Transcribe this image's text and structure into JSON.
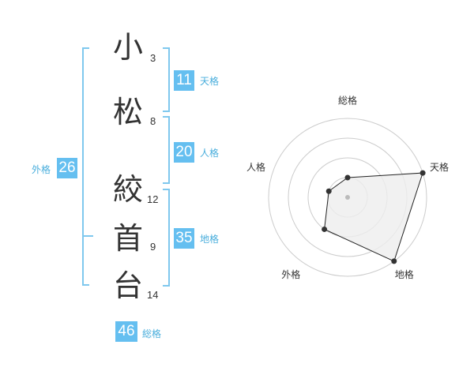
{
  "name": {
    "chars": [
      {
        "char": "小",
        "strokes": "3"
      },
      {
        "char": "松",
        "strokes": "8"
      },
      {
        "char": "絞",
        "strokes": "12"
      },
      {
        "char": "首",
        "strokes": "9"
      },
      {
        "char": "台",
        "strokes": "14"
      }
    ]
  },
  "fortune": {
    "tenkaku": {
      "value": "11",
      "label": "天格"
    },
    "jinkaku": {
      "value": "20",
      "label": "人格"
    },
    "chikaku": {
      "value": "35",
      "label": "地格"
    },
    "gaikaku": {
      "value": "26",
      "label": "外格"
    },
    "soukaku": {
      "value": "46",
      "label": "総格"
    }
  },
  "chart_data": {
    "type": "radar",
    "axes": [
      "総格",
      "天格",
      "地格",
      "外格",
      "人格"
    ],
    "values": [
      1,
      4,
      4,
      2,
      1
    ],
    "max": 4,
    "rings": 4,
    "colors": {
      "fill": "#eeeeee",
      "line": "#222222",
      "ring": "#cccccc",
      "point": "#333333",
      "center": "#bbbbbb"
    }
  },
  "colors": {
    "accent": "#65bff0",
    "bracket": "#7fc8ee",
    "accent_text": "#4aaedc"
  }
}
